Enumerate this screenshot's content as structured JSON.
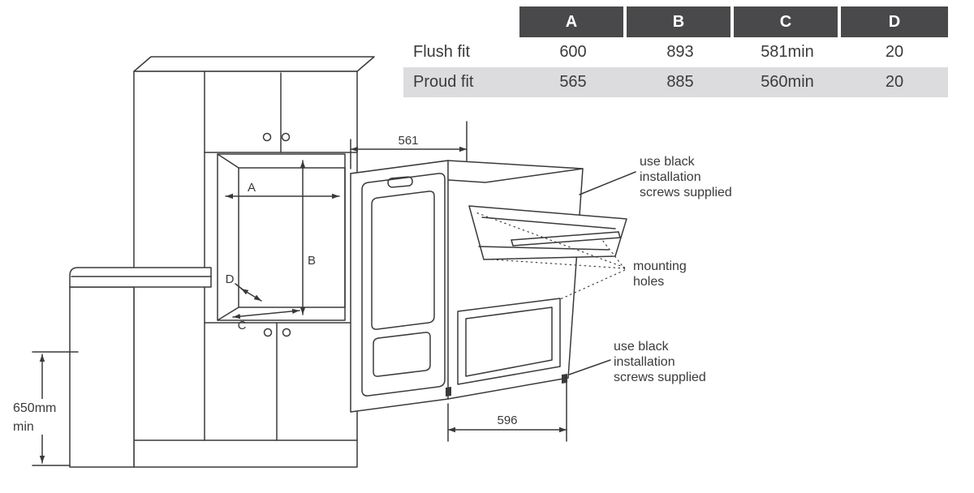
{
  "table": {
    "headers": [
      "A",
      "B",
      "C",
      "D"
    ],
    "rows": [
      {
        "label": "Flush fit",
        "values": [
          "600",
          "893",
          "581min",
          "20"
        ]
      },
      {
        "label": "Proud fit",
        "values": [
          "565",
          "885",
          "560min",
          "20"
        ]
      }
    ]
  },
  "dimensions": {
    "top_depth": "561",
    "bottom_width": "596",
    "left_height": "650mm",
    "left_height_unit": "min"
  },
  "cutout_labels": {
    "a": "A",
    "b": "B",
    "c": "C",
    "d": "D"
  },
  "annotations": {
    "top_screws": [
      "use black",
      "installation",
      "screws supplied"
    ],
    "mounting_holes": [
      "mounting",
      "holes"
    ],
    "bottom_screws": [
      "use black",
      "installation",
      "screws supplied"
    ]
  },
  "colors": {
    "line": "#3a3a3c",
    "table_header_bg": "#49494b",
    "table_alt_row_bg": "#dcdcde",
    "cutout_fill_dark": "#a2a2a4",
    "cutout_fill_light": "#d2d2d4"
  }
}
